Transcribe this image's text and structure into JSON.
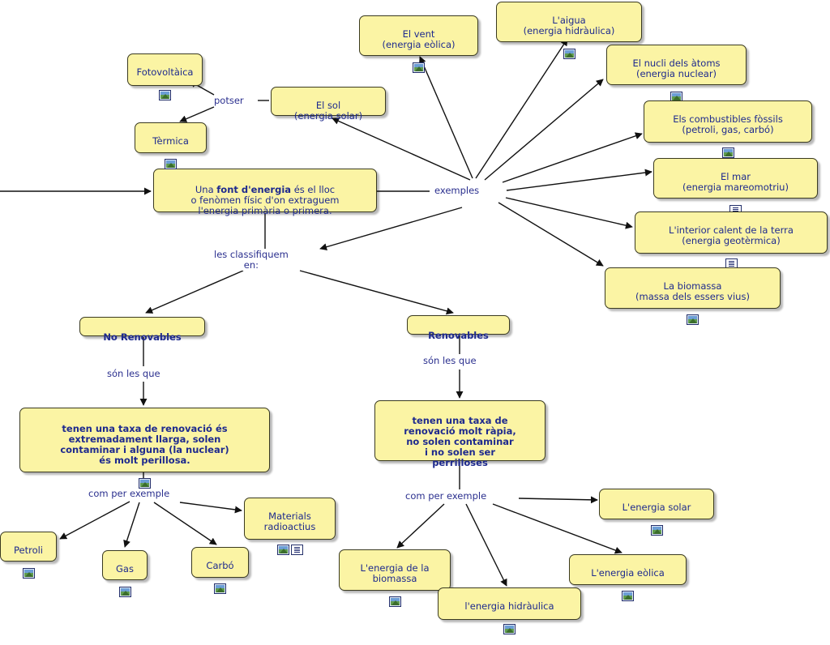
{
  "nodes": {
    "central": {
      "before": "Una ",
      "bold": "font d'energia",
      "after": " és el lloc\no fenòmen físic d'on extraguem\nl'energia primària o primera."
    },
    "fotovoltaica": {
      "text": "Fotovoltàica"
    },
    "termica": {
      "text": "Tèrmica"
    },
    "sol": {
      "text": "El sol\n(energia solar)"
    },
    "vent": {
      "text": "El vent\n(energia eòlica)"
    },
    "aigua": {
      "text": "L'aigua\n(energia hidràulica)"
    },
    "nucli": {
      "text": "El nucli dels àtoms\n(energia nuclear)"
    },
    "combustibles": {
      "text": "Els combustibles fòssils\n(petroli, gas, carbó)"
    },
    "mar": {
      "text": "El mar\n(energia mareomotriu)"
    },
    "interior": {
      "text": "L'interior calent de la terra\n(energia geotèrmica)"
    },
    "biomassa_top": {
      "text": "La biomassa\n(massa dels essers vius)"
    },
    "no_renovables": {
      "text": "No Renovables"
    },
    "renovables": {
      "text": "Renovables"
    },
    "desc_no_renov": {
      "text": "tenen una taxa de renovació és\nextremadament llarga, solen\ncontaminar i alguna (la nuclear)\nés molt perillosa."
    },
    "desc_renov": {
      "text": "tenen una taxa de\nrenovació molt ràpia,\nno solen contaminar\ni no solen ser\nperrilloses"
    },
    "petroli": {
      "text": "Petroli"
    },
    "gas": {
      "text": "Gas"
    },
    "carbo": {
      "text": "Carbó"
    },
    "materials": {
      "text": "Materials\nradioactius"
    },
    "e_solar": {
      "text": "L'energia solar"
    },
    "e_biomassa": {
      "text": "L'energia de la\nbiomassa"
    },
    "e_hidraulica": {
      "text": "l'energia hidràulica"
    },
    "e_eolica": {
      "text": "L'energia eòlica"
    }
  },
  "labels": {
    "potser": "potser",
    "exemples": "exemples",
    "classifiquem": "les classifiquem\nen:",
    "son_no_renov": "són les que",
    "son_renov": "són les que",
    "com_no_renov": "com per exemple",
    "com_renov": "com per exemple"
  },
  "icons": {
    "image": "image-icon",
    "document": "document-icon"
  },
  "colors": {
    "node_fill": "#fbf4a4",
    "node_border": "#3a3a20",
    "text": "#1e2a8e",
    "link": "#111111"
  }
}
